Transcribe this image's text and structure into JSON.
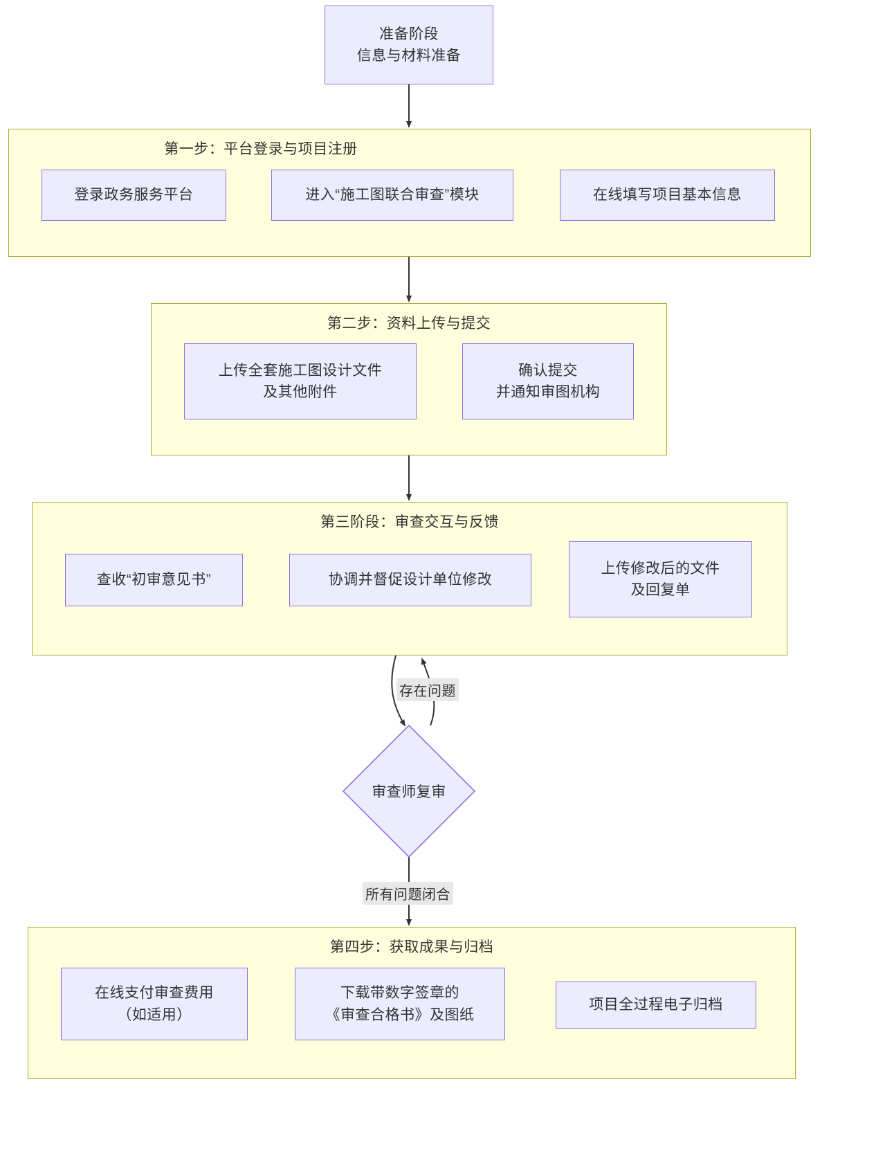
{
  "diagram": {
    "type": "flowchart",
    "title": "",
    "colors": {
      "node_fill": "#ececff",
      "node_border": "#9370db",
      "cluster_fill": "#ffffde",
      "cluster_border": "#aaaa33",
      "edge_stroke": "#333333",
      "edge_label_bg": "#e8e8e8",
      "text": "#333333"
    },
    "start_node": {
      "label": "准备阶段\n信息与材料准备"
    },
    "clusters": [
      {
        "id": "step1",
        "label": "第一步：平台登录与项目注册",
        "nodes": [
          {
            "id": "s1a",
            "label": "登录政务服务平台"
          },
          {
            "id": "s1b",
            "label": "进入“施工图联合审查”模块"
          },
          {
            "id": "s1c",
            "label": "在线填写项目基本信息"
          }
        ]
      },
      {
        "id": "step2",
        "label": "第二步：资料上传与提交",
        "nodes": [
          {
            "id": "s2a",
            "label": "上传全套施工图设计文件\n及其他附件"
          },
          {
            "id": "s2b",
            "label": "确认提交\n并通知审图机构"
          }
        ]
      },
      {
        "id": "step3",
        "label": "第三阶段：审查交互与反馈",
        "nodes": [
          {
            "id": "s3a",
            "label": "查收“初审意见书”"
          },
          {
            "id": "s3b",
            "label": "协调并督促设计单位修改"
          },
          {
            "id": "s3c",
            "label": "上传修改后的文件\n及回复单"
          }
        ]
      },
      {
        "id": "step4",
        "label": "第四步：获取成果与归档",
        "nodes": [
          {
            "id": "s4a",
            "label": "在线支付审查费用\n（如适用）"
          },
          {
            "id": "s4b",
            "label": "下载带数字签章的\n《审查合格书》及图纸"
          },
          {
            "id": "s4c",
            "label": "项目全过程电子归档"
          }
        ]
      }
    ],
    "decision": {
      "id": "review",
      "label": "审查师复审"
    },
    "edge_labels": [
      {
        "id": "loop-back",
        "text": "存在问题"
      },
      {
        "id": "to-step4",
        "text": "所有问题闭合"
      }
    ]
  }
}
